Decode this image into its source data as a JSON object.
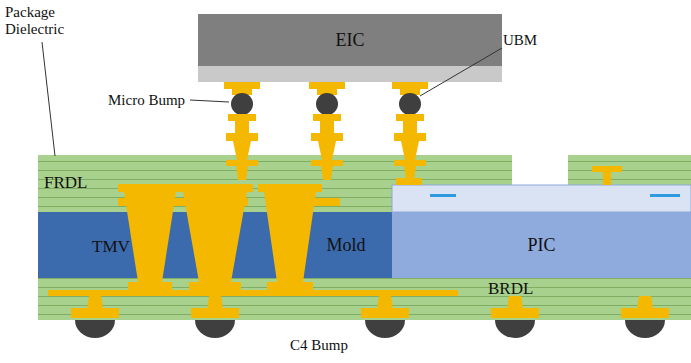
{
  "diagram": {
    "nodes": [
      {
        "text": [
          "EIC"
        ]
      },
      {
        "text": [
          "Mold"
        ]
      },
      {
        "text": [
          "PIC"
        ]
      }
    ],
    "labels": [
      "Package Dielectric",
      "UBM",
      "Micro Bump",
      "FRDL",
      "TMV",
      "BRDL",
      "C4 Bump"
    ]
  }
}
